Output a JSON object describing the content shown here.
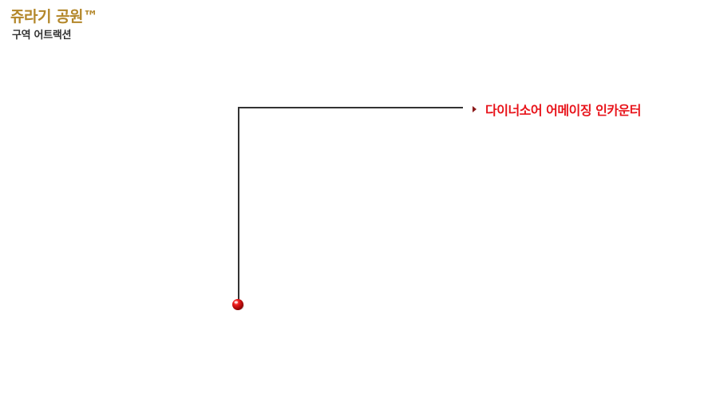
{
  "header": {
    "park_name": "쥬라기 공원™",
    "section": "구역 어트랙션"
  },
  "map": {
    "attractions": [
      {
        "label": "다이너소어 어메이징 인카운터"
      }
    ]
  },
  "colors": {
    "title": "#b3872a",
    "subtitle": "#333333",
    "callout_label": "#e8141b",
    "callout_arrow": "#8b1a1a",
    "leader_line": "#333333",
    "pin": "#d40000"
  },
  "icons": {
    "pin": "red-pin-icon",
    "arrow": "triangle-right-icon"
  }
}
